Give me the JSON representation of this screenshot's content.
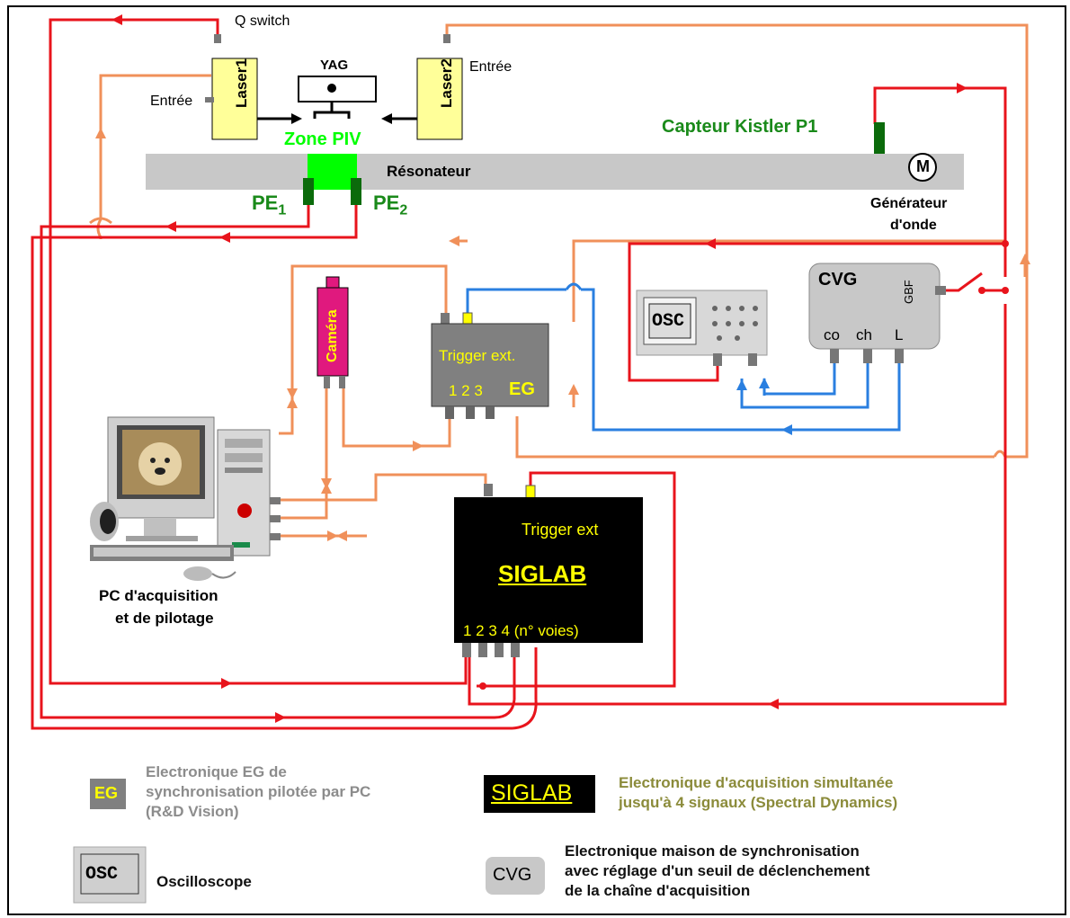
{
  "labels": {
    "q_switch": "Q switch",
    "yag": "YAG",
    "laser1": "Laser1",
    "laser2": "Laser2",
    "entree1": "Entrée",
    "entree2": "Entrée",
    "zone_piv": "Zone PIV",
    "resonateur": "Résonateur",
    "pe1_main": "PE",
    "pe1_sub": "1",
    "pe2_main": "PE",
    "pe2_sub": "2",
    "capteur": "Capteur Kistler P1",
    "motor_symbol": "M",
    "generateur_line1": "Générateur",
    "generateur_line2": "d'onde",
    "camera": "Caméra",
    "trigger_ext_eg": "Trigger ext.",
    "eg_ports": "1 2 3",
    "eg_name": "EG",
    "cvg_name": "CVG",
    "gbf": "GBF",
    "cvg_co": "co",
    "cvg_ch": "ch",
    "cvg_l": "L",
    "osc": "OSC",
    "siglab_trigger": "Trigger ext",
    "siglab_name": "SIGLAB",
    "siglab_ports": "1 2 3 4 (n° voies)",
    "pc_line1": "PC d'acquisition",
    "pc_line2": "et de pilotage"
  },
  "legend": {
    "eg_badge": "EG",
    "eg_text": [
      "Electronique EG de",
      "synchronisation pilotée par PC",
      "(R&D Vision)"
    ],
    "siglab_badge": "SIGLAB",
    "siglab_text": [
      "Electronique d'acquisition simultanée",
      "jusqu'à 4 signaux  (Spectral Dynamics)"
    ],
    "osc_badge": "OSC",
    "osc_text": "Oscilloscope",
    "cvg_badge": "CVG",
    "cvg_text": [
      "Electronique maison de synchronisation",
      "avec réglage d'un seuil de déclenchement",
      "de la chaîne d'acquisition"
    ]
  },
  "colors": {
    "red_wire": "#e8141c",
    "orange_wire": "#f0905a",
    "blue_wire": "#2a7fe0",
    "label_green": "#1a8a1a",
    "laser_yellow": "#ffff99",
    "zone_green": "#00ff00",
    "camera_magenta": "#e0197e",
    "device_gray": "#c8c8c8",
    "siglab_black": "#000000",
    "siglab_yellow": "#ffff00"
  },
  "icons": [
    "motor-icon",
    "oscilloscope-icon",
    "pc-computer-icon",
    "switch-icon"
  ]
}
